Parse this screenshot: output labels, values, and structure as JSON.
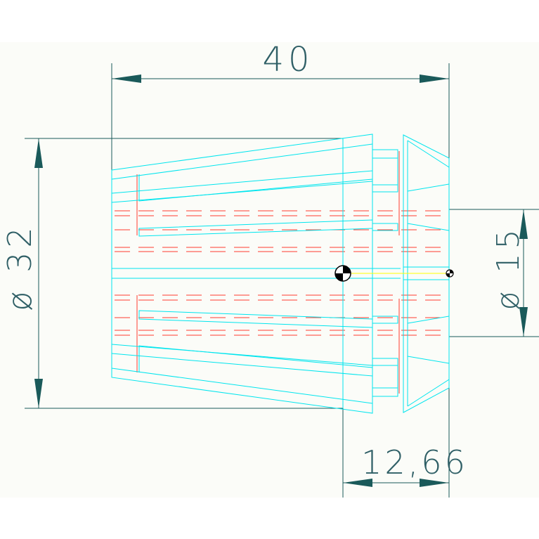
{
  "dimensions": {
    "overall_length": "40",
    "outer_diameter": "ø 32",
    "bore_diameter": "ø 15",
    "front_length": "12,66"
  },
  "colors": {
    "outline": "#00e5ee",
    "hidden": "#ff0000",
    "dimension": "#1a5a5a",
    "centerline": "#ffff00",
    "background": "#fbfcf8"
  }
}
